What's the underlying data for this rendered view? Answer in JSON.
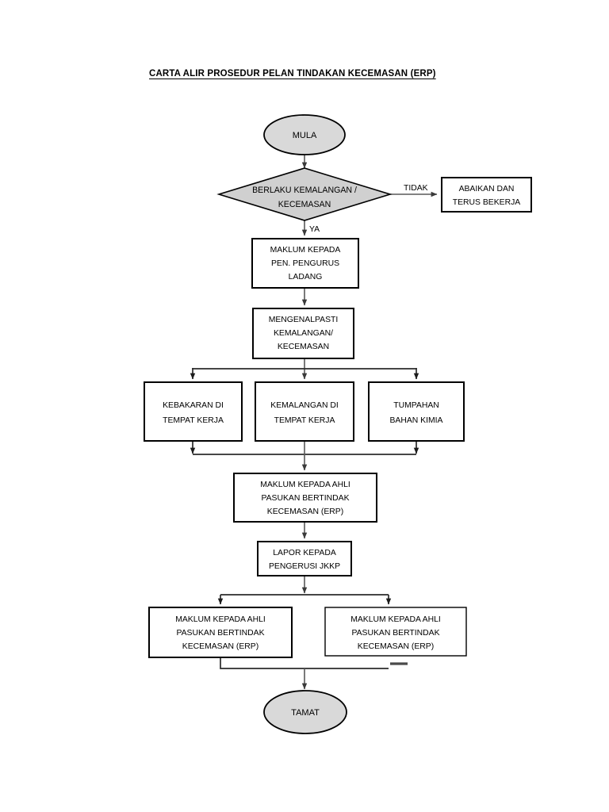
{
  "document": {
    "title": "CARTA ALIR PROSEDUR PELAN TINDAKAN KECEMASAN (ERP)"
  },
  "flowchart": {
    "nodes": [
      {
        "id": "start",
        "shape": "oval",
        "label": "MULA"
      },
      {
        "id": "decision",
        "shape": "diamond",
        "label_line1": "BERLAKU KEMALANGAN /",
        "label_line2": "KECEMASAN"
      },
      {
        "id": "ignore",
        "shape": "rect",
        "label_line1": "ABAIKAN DAN",
        "label_line2": "TERUS BEKERJA"
      },
      {
        "id": "inform_mgr",
        "shape": "rect",
        "label_line1": "MAKLUM KEPADA",
        "label_line2": "PEN. PENGURUS",
        "label_line3": "LADANG"
      },
      {
        "id": "identify",
        "shape": "rect",
        "label_line1": "MENGENALPASTI",
        "label_line2": "KEMALANGAN/",
        "label_line3": "KECEMASAN"
      },
      {
        "id": "fire",
        "shape": "rect",
        "label_line1": "KEBAKARAN DI",
        "label_line2": "TEMPAT KERJA"
      },
      {
        "id": "accident",
        "shape": "rect",
        "label_line1": "KEMALANGAN DI",
        "label_line2": "TEMPAT KERJA"
      },
      {
        "id": "spill",
        "shape": "rect",
        "label_line1": "TUMPAHAN",
        "label_line2": "BAHAN KIMIA"
      },
      {
        "id": "inform_erp_1",
        "shape": "rect",
        "label_line1": "MAKLUM KEPADA AHLI",
        "label_line2": "PASUKAN BERTINDAK",
        "label_line3": "KECEMASAN (ERP)"
      },
      {
        "id": "report_jkkp",
        "shape": "rect",
        "label_line1": "LAPOR KEPADA",
        "label_line2": "PENGERUSI JKKP"
      },
      {
        "id": "inform_erp_2",
        "shape": "rect",
        "label_line1": "MAKLUM KEPADA AHLI",
        "label_line2": "PASUKAN BERTINDAK",
        "label_line3": "KECEMASAN (ERP)"
      },
      {
        "id": "inform_erp_3",
        "shape": "rect",
        "label_line1": "MAKLUM KEPADA AHLI",
        "label_line2": "PASUKAN BERTINDAK",
        "label_line3": "KECEMASAN (ERP)"
      },
      {
        "id": "end",
        "shape": "oval",
        "label": "TAMAT"
      }
    ],
    "edge_labels": {
      "no": "TIDAK",
      "yes": "YA"
    },
    "colors": {
      "terminal_fill": "#d9d9d9",
      "decision_fill": "#d0d0d0",
      "process_fill": "#ffffff",
      "stroke": "#000000",
      "connector": "#595959",
      "page_background": "#ffffff"
    }
  }
}
